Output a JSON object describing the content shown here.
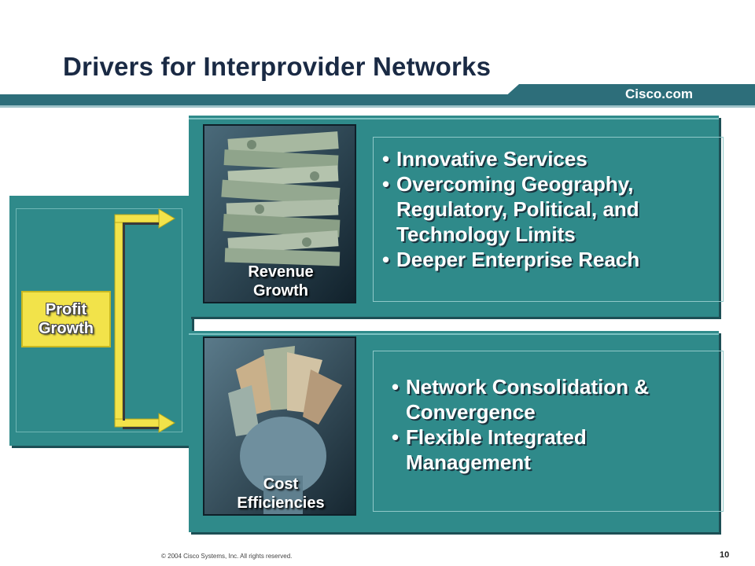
{
  "slide": {
    "title": "Drivers for Interprovider Networks",
    "brand": "Cisco.com",
    "profit_label": "Profit Growth",
    "revenue": {
      "caption": "Revenue Growth",
      "bullets": [
        "Innovative Services",
        "Overcoming Geography, Regulatory, Political, and Technology Limits",
        "Deeper Enterprise Reach"
      ]
    },
    "cost": {
      "caption": "Cost Efficiencies",
      "bullets": [
        "Network Consolidation & Convergence",
        "Flexible Integrated Management"
      ]
    },
    "footer": "© 2004 Cisco Systems, Inc. All rights reserved.",
    "page_number": "10"
  },
  "colors": {
    "panel": "#2f8a8a",
    "bar": "#2d6e7a",
    "connector": "#f2e34a"
  }
}
